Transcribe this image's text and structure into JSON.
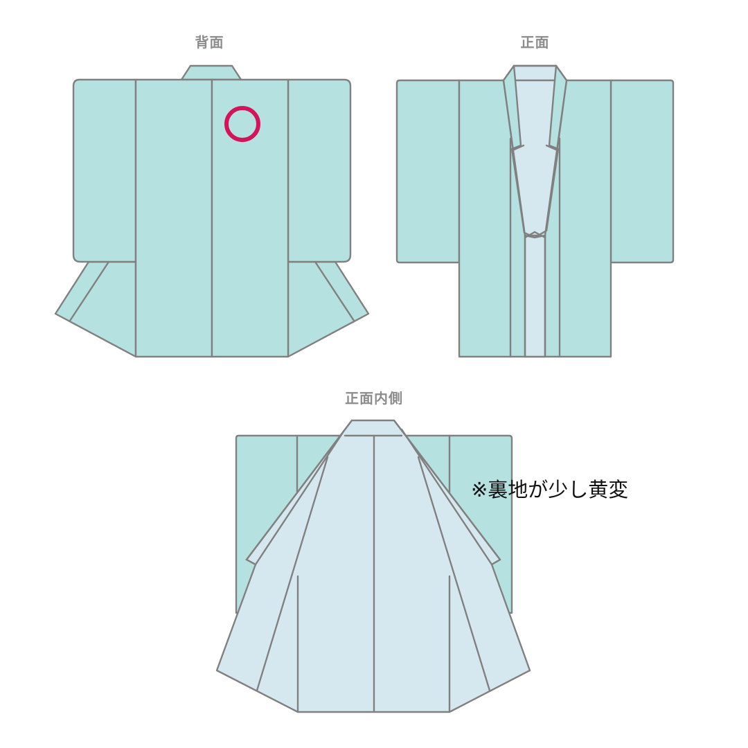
{
  "views": {
    "back": {
      "label": "背面"
    },
    "front": {
      "label": "正面"
    },
    "inside": {
      "label": "正面内側"
    }
  },
  "annotation": {
    "note": "※裏地が少し黄変"
  },
  "markers": [
    {
      "type": "circle",
      "view": "back",
      "meaning": "highlighted area",
      "color": "#d4145a"
    }
  ],
  "colors": {
    "outer_fabric": "#b5e2e1",
    "lining": "#d6e8ef",
    "outline": "#808080",
    "marker": "#d4145a",
    "label_text": "#8c8c8c"
  }
}
